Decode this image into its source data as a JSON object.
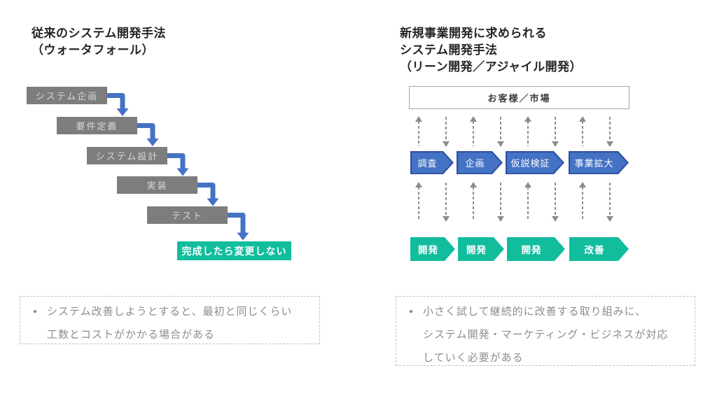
{
  "left": {
    "title": [
      "従来のシステム開発手法",
      "（ウォータフォール）"
    ],
    "waterfall": {
      "steps": [
        "システム企画",
        "要件定義",
        "システム設計",
        "実装",
        "テスト"
      ],
      "final": "完成したら変更しない"
    },
    "note": {
      "bullet": "●",
      "lines": [
        "システム改善しようとすると、最初と同じくらい",
        "工数とコストがかかる場合がある"
      ]
    }
  },
  "right": {
    "title": [
      "新規事業開発に求められる",
      "システム開発手法",
      "（リーン開発／アジャイル開発）"
    ],
    "market_label": "お客様／市場",
    "discovery_flow": [
      "調査",
      "企画",
      "仮説検証",
      "事業拡大"
    ],
    "dev_flow": [
      "開発",
      "開発",
      "開発",
      "改善"
    ],
    "note": {
      "bullet": "●",
      "lines": [
        "小さく試して継続的に改善する取り組みに、",
        "システム開発・マーケティング・ビジネスが対応",
        "していく必要がある"
      ]
    }
  },
  "colors": {
    "step_gray": "#7d7d7d",
    "accent_blue": "#4472c4",
    "accent_blue_border": "#2c4f9c",
    "accent_green": "#12bd9d",
    "arrow_gray": "#8c8c8c",
    "note_text": "#8c8c8c",
    "note_border": "#c0c0c0"
  }
}
